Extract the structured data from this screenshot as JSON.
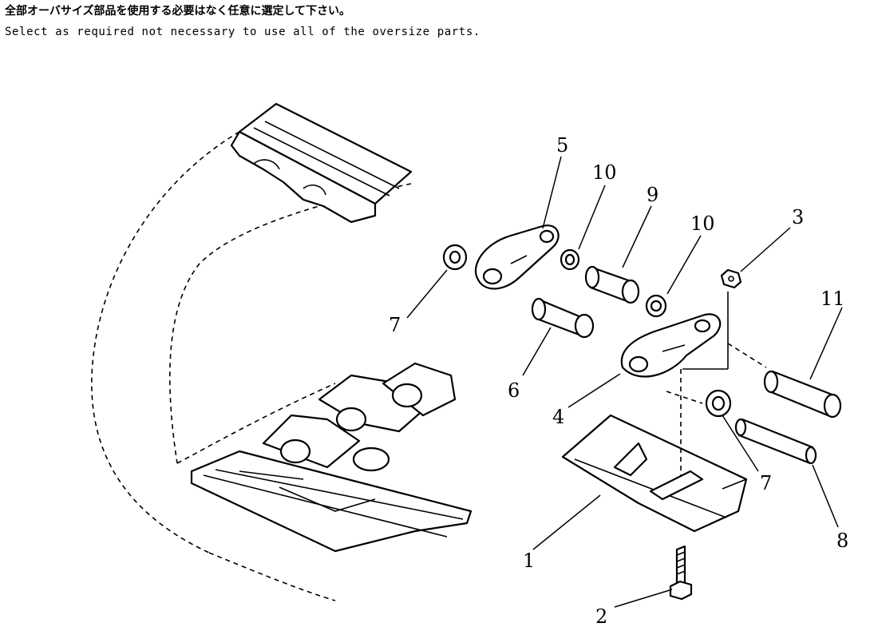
{
  "notes": {
    "japanese": "全部オーバサイズ部品を使用する必要はなく任意に選定して下さい。",
    "english": "Select as required not necessary to use all of the oversize parts."
  },
  "callouts": {
    "c1": "1",
    "c2": "2",
    "c3": "3",
    "c4": "4",
    "c5": "5",
    "c6": "6",
    "c7a": "7",
    "c7b": "7",
    "c8": "8",
    "c9": "9",
    "c10a": "10",
    "c10b": "10",
    "c11": "11"
  }
}
